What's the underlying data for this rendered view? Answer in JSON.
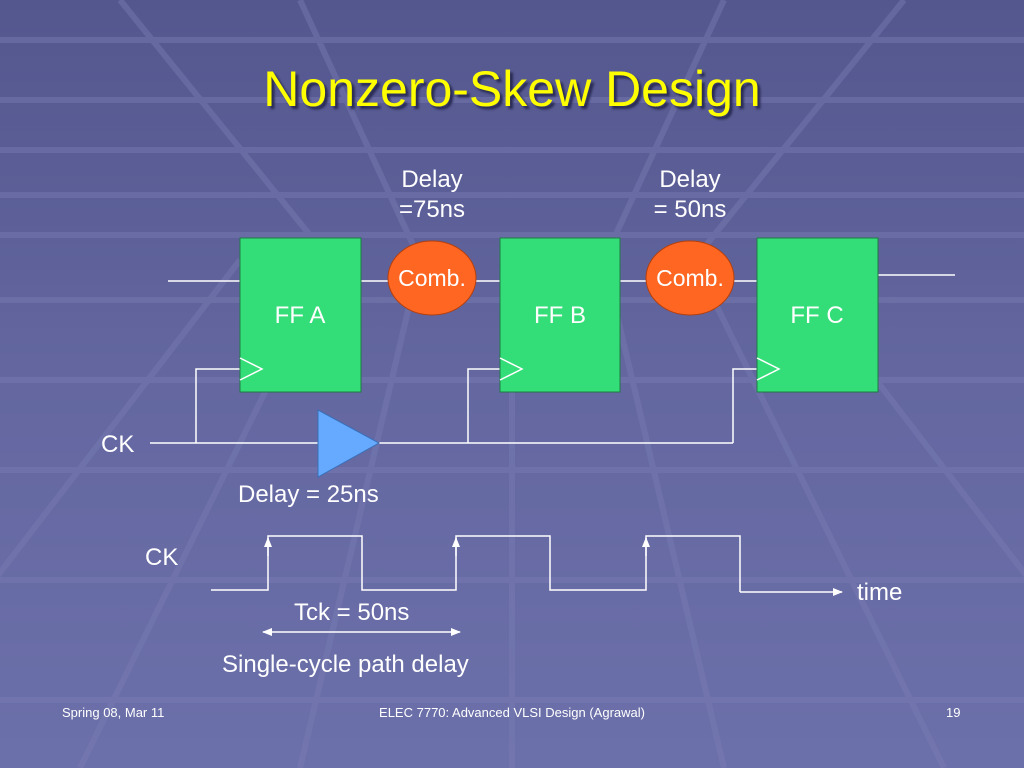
{
  "slide": {
    "title": "Nonzero-Skew Design",
    "delay1_line1": "Delay",
    "delay1_line2": "=75ns",
    "delay2_line1": "Delay",
    "delay2_line2": "= 50ns",
    "ff_a": "FF A",
    "ff_b": "FF B",
    "ff_c": "FF C",
    "comb1": "Comb.",
    "comb2": "Comb.",
    "ck_input": "CK",
    "buffer_delay": "Delay = 25ns",
    "ck_waveform": "CK",
    "time_label": "time",
    "tck_label": "Tck = 50ns",
    "path_delay_label": "Single-cycle path delay"
  },
  "footer": {
    "left": "Spring 08, Mar 11",
    "center": "ELEC 7770: Advanced VLSI Design (Agrawal)",
    "page": "19"
  },
  "colors": {
    "background": "#5c5f96",
    "title": "#ffff00",
    "flipflop_fill": "#33dd77",
    "comb_fill": "#ff6622",
    "buffer_fill": "#66aaff",
    "wire": "#ffffff"
  }
}
